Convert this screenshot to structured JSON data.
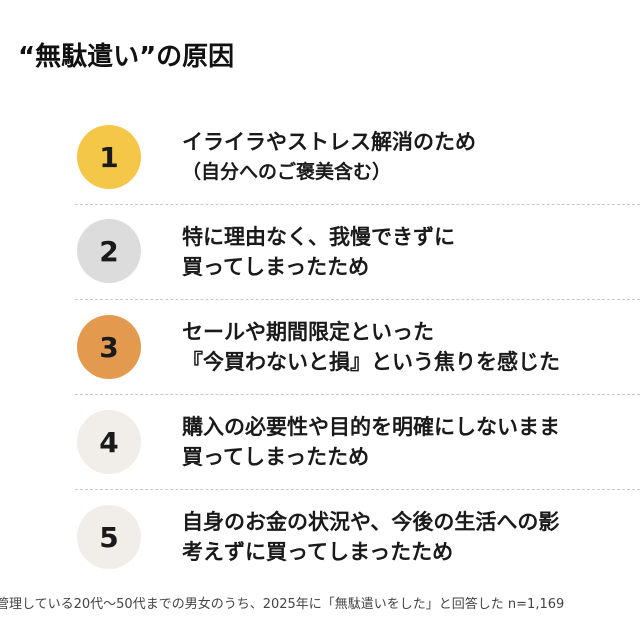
{
  "header": {
    "title": "“無駄遣い”の原因"
  },
  "colors": {
    "rank1": "#F5C748",
    "rank2": "#DCDCDC",
    "rank3": "#E39A4F",
    "rank4": "#F1EDE8",
    "rank5": "#F1EDE8",
    "divider": "#C8C8C8"
  },
  "ranking": [
    {
      "rank": "1",
      "line1": "イライラやストレス解消のため",
      "line2": "（自分へのご褒美含む）"
    },
    {
      "rank": "2",
      "line1": "特に理由なく、我慢できずに",
      "line2": "買ってしまったため"
    },
    {
      "rank": "3",
      "line1": "セールや期間限定といった",
      "line2": "『今買わないと損』という焦りを感じた"
    },
    {
      "rank": "4",
      "line1": "購入の必要性や目的を明確にしないまま",
      "line2": "買ってしまったため"
    },
    {
      "rank": "5",
      "line1": "自身のお金の状況や、今後の生活への影",
      "line2": "考えずに買ってしまったため"
    }
  ],
  "footnote": "管理している20代〜50代までの男女のうち、2025年に「無駄遣いをした」と回答した n=1,169"
}
